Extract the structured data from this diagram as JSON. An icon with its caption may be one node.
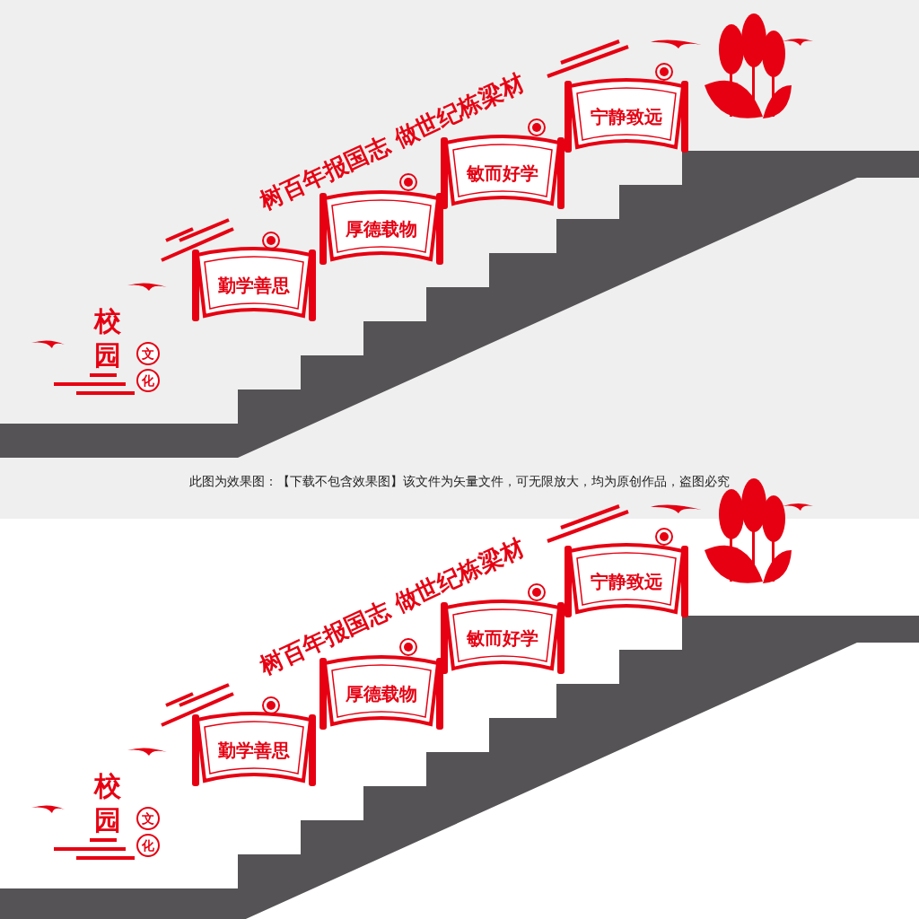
{
  "diagram": {
    "nodes": [
      {
        "text": [
          "勤学善思"
        ]
      },
      {
        "text": [
          "厚德载物"
        ]
      },
      {
        "text": [
          "敏而好学"
        ]
      },
      {
        "text": [
          "宁静致远"
        ]
      },
      {
        "text": [
          "勤学善思"
        ]
      },
      {
        "text": [
          "厚德载物"
        ]
      },
      {
        "text": [
          "敏而好学"
        ]
      },
      {
        "text": [
          "宁静致远"
        ]
      }
    ],
    "labels": [
      "树百年报国志 做世纪栋梁材",
      "校",
      "园",
      "文",
      "化",
      "此图为效果图：【下载不包含效果图】该文件为矢量文件，可无限放大，均为原创作品，盗图必究",
      "树百年报国志 做世纪栋梁材",
      "校",
      "园",
      "文",
      "化"
    ]
  }
}
